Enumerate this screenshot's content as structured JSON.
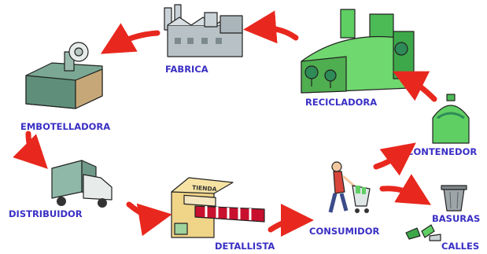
{
  "labels": {
    "fabrica": "FABRICA",
    "recicladora": "RECICLADORA",
    "embotelladora": "EMBOTELLADORA",
    "contenedor": "CONTENEDOR",
    "distribuidor": "DISTRIBUIDOR",
    "consumidor": "CONSUMIDOR",
    "basuras": "BASURAS",
    "calles": "CALLES",
    "detallista": "DETALLISTA",
    "tienda_sign": "TIENDA"
  },
  "colors": {
    "label": "#3a2fc4",
    "arrow": "#e8281e",
    "building_green": "#5fcf63",
    "building_dark_green": "#2e8b57",
    "factory_gray": "#b8c2c6",
    "awning_red": "#c8102e"
  }
}
